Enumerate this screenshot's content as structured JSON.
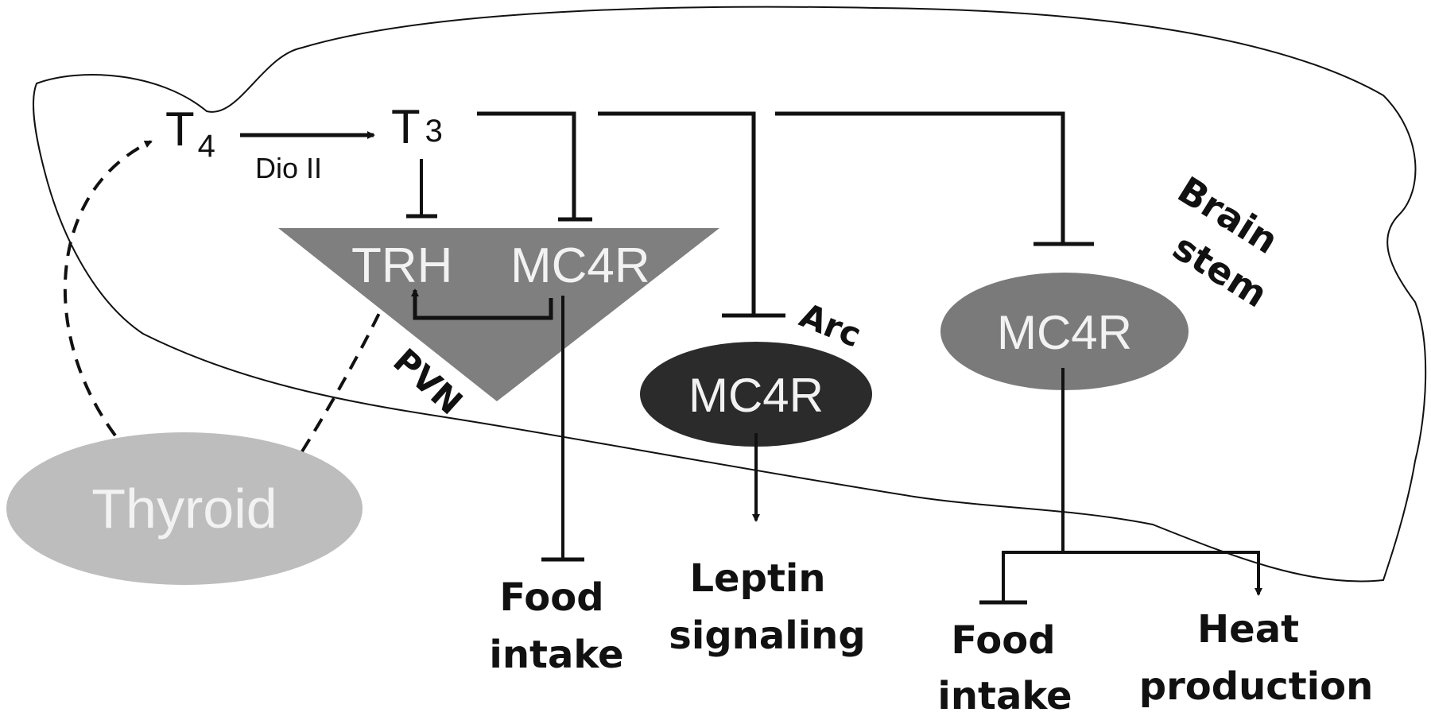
{
  "hormones": {
    "t4_base": "T",
    "t4_sub": "4",
    "t3_base": "T",
    "t3_sub": "3",
    "enzyme": "Dio II"
  },
  "regions": {
    "pvn": "PVN",
    "arc": "Arc",
    "brain_stem_line1": "Brain",
    "brain_stem_line2": "stem"
  },
  "nodes": {
    "trh": "TRH",
    "mc4r_pvn": "MC4R",
    "mc4r_arc": "MC4R",
    "mc4r_brainstem": "MC4R",
    "thyroid": "Thyroid"
  },
  "outputs": {
    "pvn_food_line1": "Food",
    "pvn_food_line2": "intake",
    "leptin_line1": "Leptin",
    "leptin_line2": "signaling",
    "bs_food_line1": "Food",
    "bs_food_line2": "intake",
    "heat_line1": "Heat",
    "heat_line2": "production"
  },
  "colors": {
    "pvn_triangle": "#7f7f7f",
    "arc_ellipse": "#2b2b2b",
    "brainstem_ellipse": "#7a7a7a",
    "thyroid_ellipse": "#bdbdbd",
    "node_text": "#f2f2f2",
    "line": "#111111"
  }
}
